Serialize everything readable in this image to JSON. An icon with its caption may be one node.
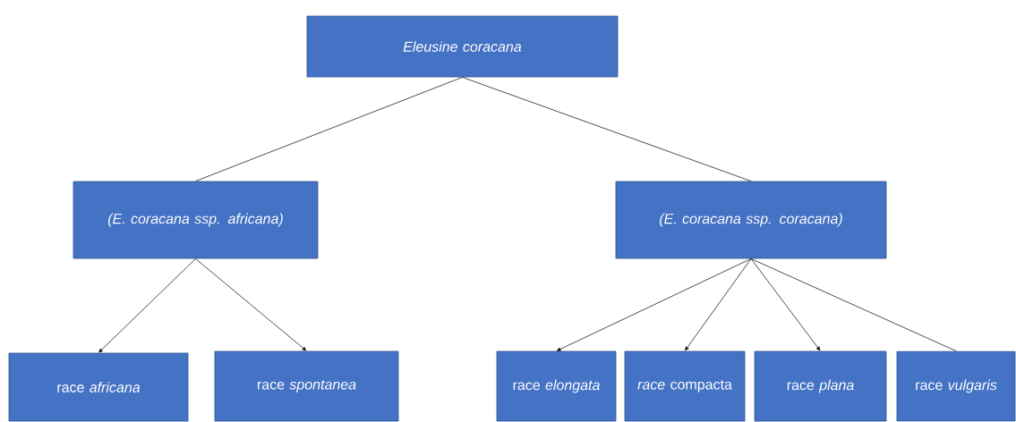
{
  "diagram": {
    "nodes": [
      {
        "text": [
          "Eleusine coracana"
        ]
      },
      {
        "text": [
          "(E. coracana ssp. africana)"
        ]
      },
      {
        "text": [
          "(E. coracana ssp. coracana)"
        ]
      },
      {
        "text": [
          "race *africana*"
        ]
      },
      {
        "text": [
          "race *spontanea*"
        ]
      },
      {
        "text": [
          "race *elongata*"
        ]
      },
      {
        "text": [
          "*race* compacta"
        ]
      },
      {
        "text": [
          "race *plana*"
        ]
      },
      {
        "text": [
          "race *vulgaris*"
        ]
      }
    ],
    "edges": [
      {
        "from": 0,
        "to": 1,
        "arrow": "none"
      },
      {
        "from": 0,
        "to": 2,
        "arrow": "none"
      },
      {
        "from": 1,
        "to": 3,
        "arrow": "to"
      },
      {
        "from": 1,
        "to": 4,
        "arrow": "to"
      },
      {
        "from": 2,
        "to": 5,
        "arrow": "to"
      },
      {
        "from": 2,
        "to": 6,
        "arrow": "to"
      },
      {
        "from": 2,
        "to": 7,
        "arrow": "to"
      },
      {
        "from": 2,
        "to": 8,
        "arrow": "none"
      }
    ]
  }
}
